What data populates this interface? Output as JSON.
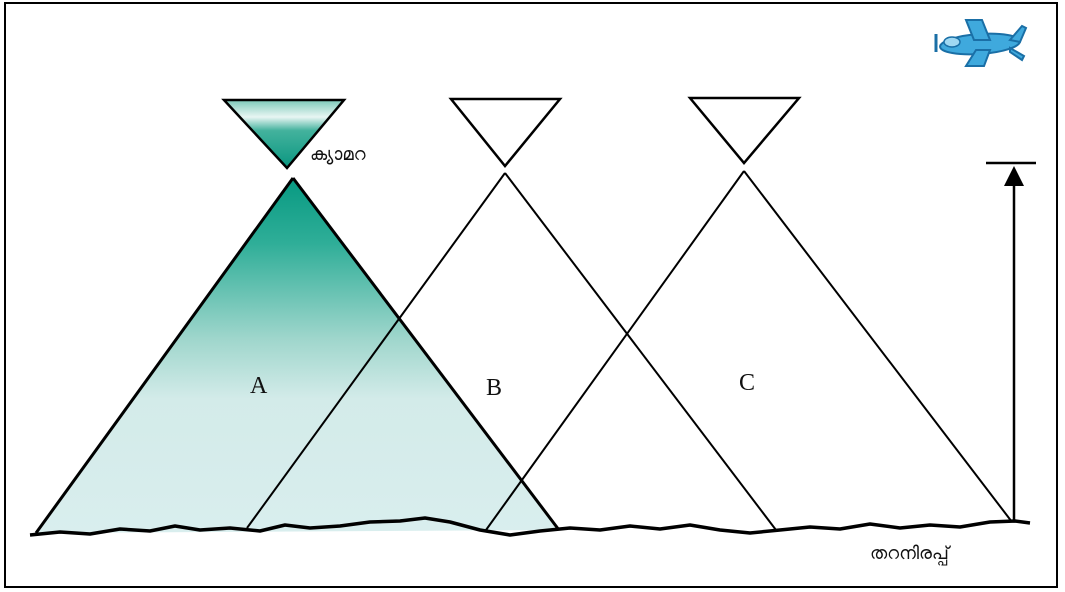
{
  "labels": {
    "view_a": "A",
    "view_b": "B",
    "view_c": "C",
    "camera": "ക്യാമറ",
    "ground": "തറനിരപ്പ്"
  },
  "icons": {
    "aircraft": "airplane-icon"
  },
  "colors": {
    "fill_light": "#d6ecec",
    "fill_dark": "#089a82",
    "line": "#000000",
    "plane_body": "#3fa9dd",
    "plane_outline": "#1a6fa6"
  }
}
